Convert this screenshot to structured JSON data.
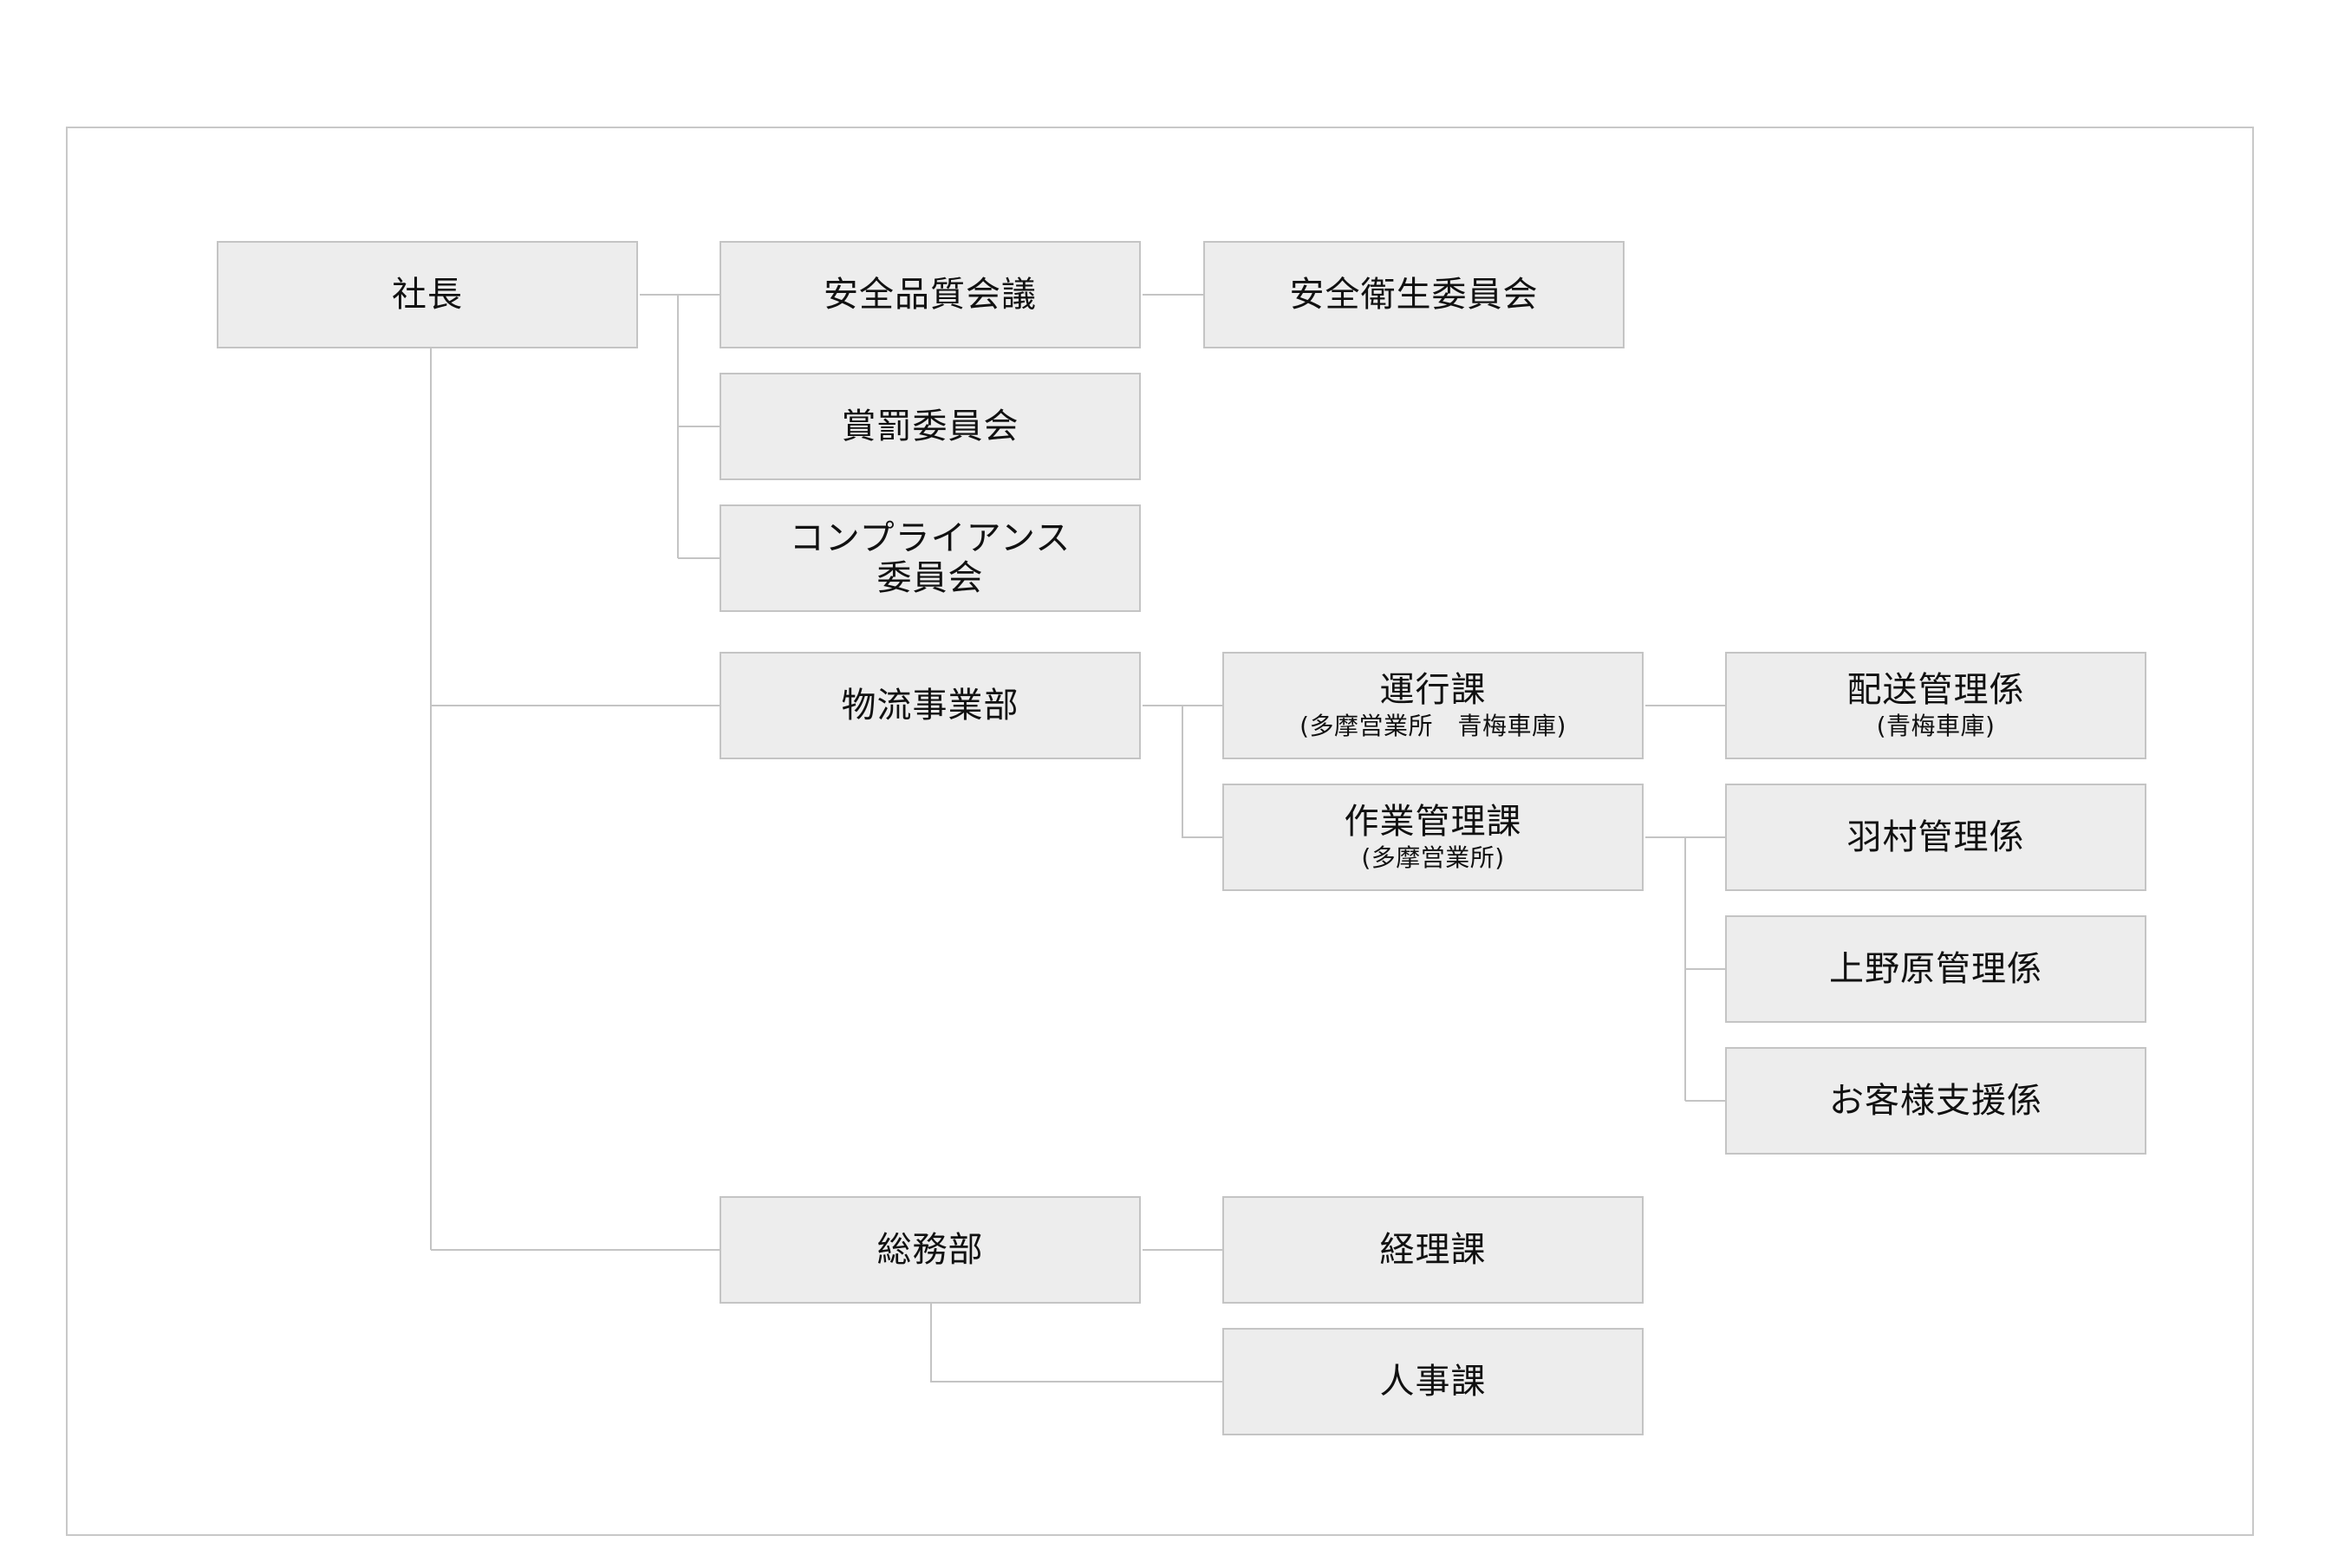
{
  "org_chart": {
    "president": {
      "label": "社長"
    },
    "safety_quality_meeting": {
      "label": "安全品質会議"
    },
    "safety_health_committee": {
      "label": "安全衛生委員会"
    },
    "reward_punishment_committee": {
      "label": "賞罰委員会"
    },
    "compliance_committee": {
      "label": "コンプライアンス\n委員会"
    },
    "logistics_division": {
      "label": "物流事業部"
    },
    "operations_section": {
      "label": "運行課",
      "sub": "(多摩営業所　青梅車庫)"
    },
    "delivery_management": {
      "label": "配送管理係",
      "sub": "(青梅車庫)"
    },
    "work_management_section": {
      "label": "作業管理課",
      "sub": "(多摩営業所)"
    },
    "hamura_management": {
      "label": "羽村管理係"
    },
    "uenohara_management": {
      "label": "上野原管理係"
    },
    "customer_support": {
      "label": "お客様支援係"
    },
    "general_affairs_division": {
      "label": "総務部"
    },
    "accounting_section": {
      "label": "経理課"
    },
    "hr_section": {
      "label": "人事課"
    }
  }
}
